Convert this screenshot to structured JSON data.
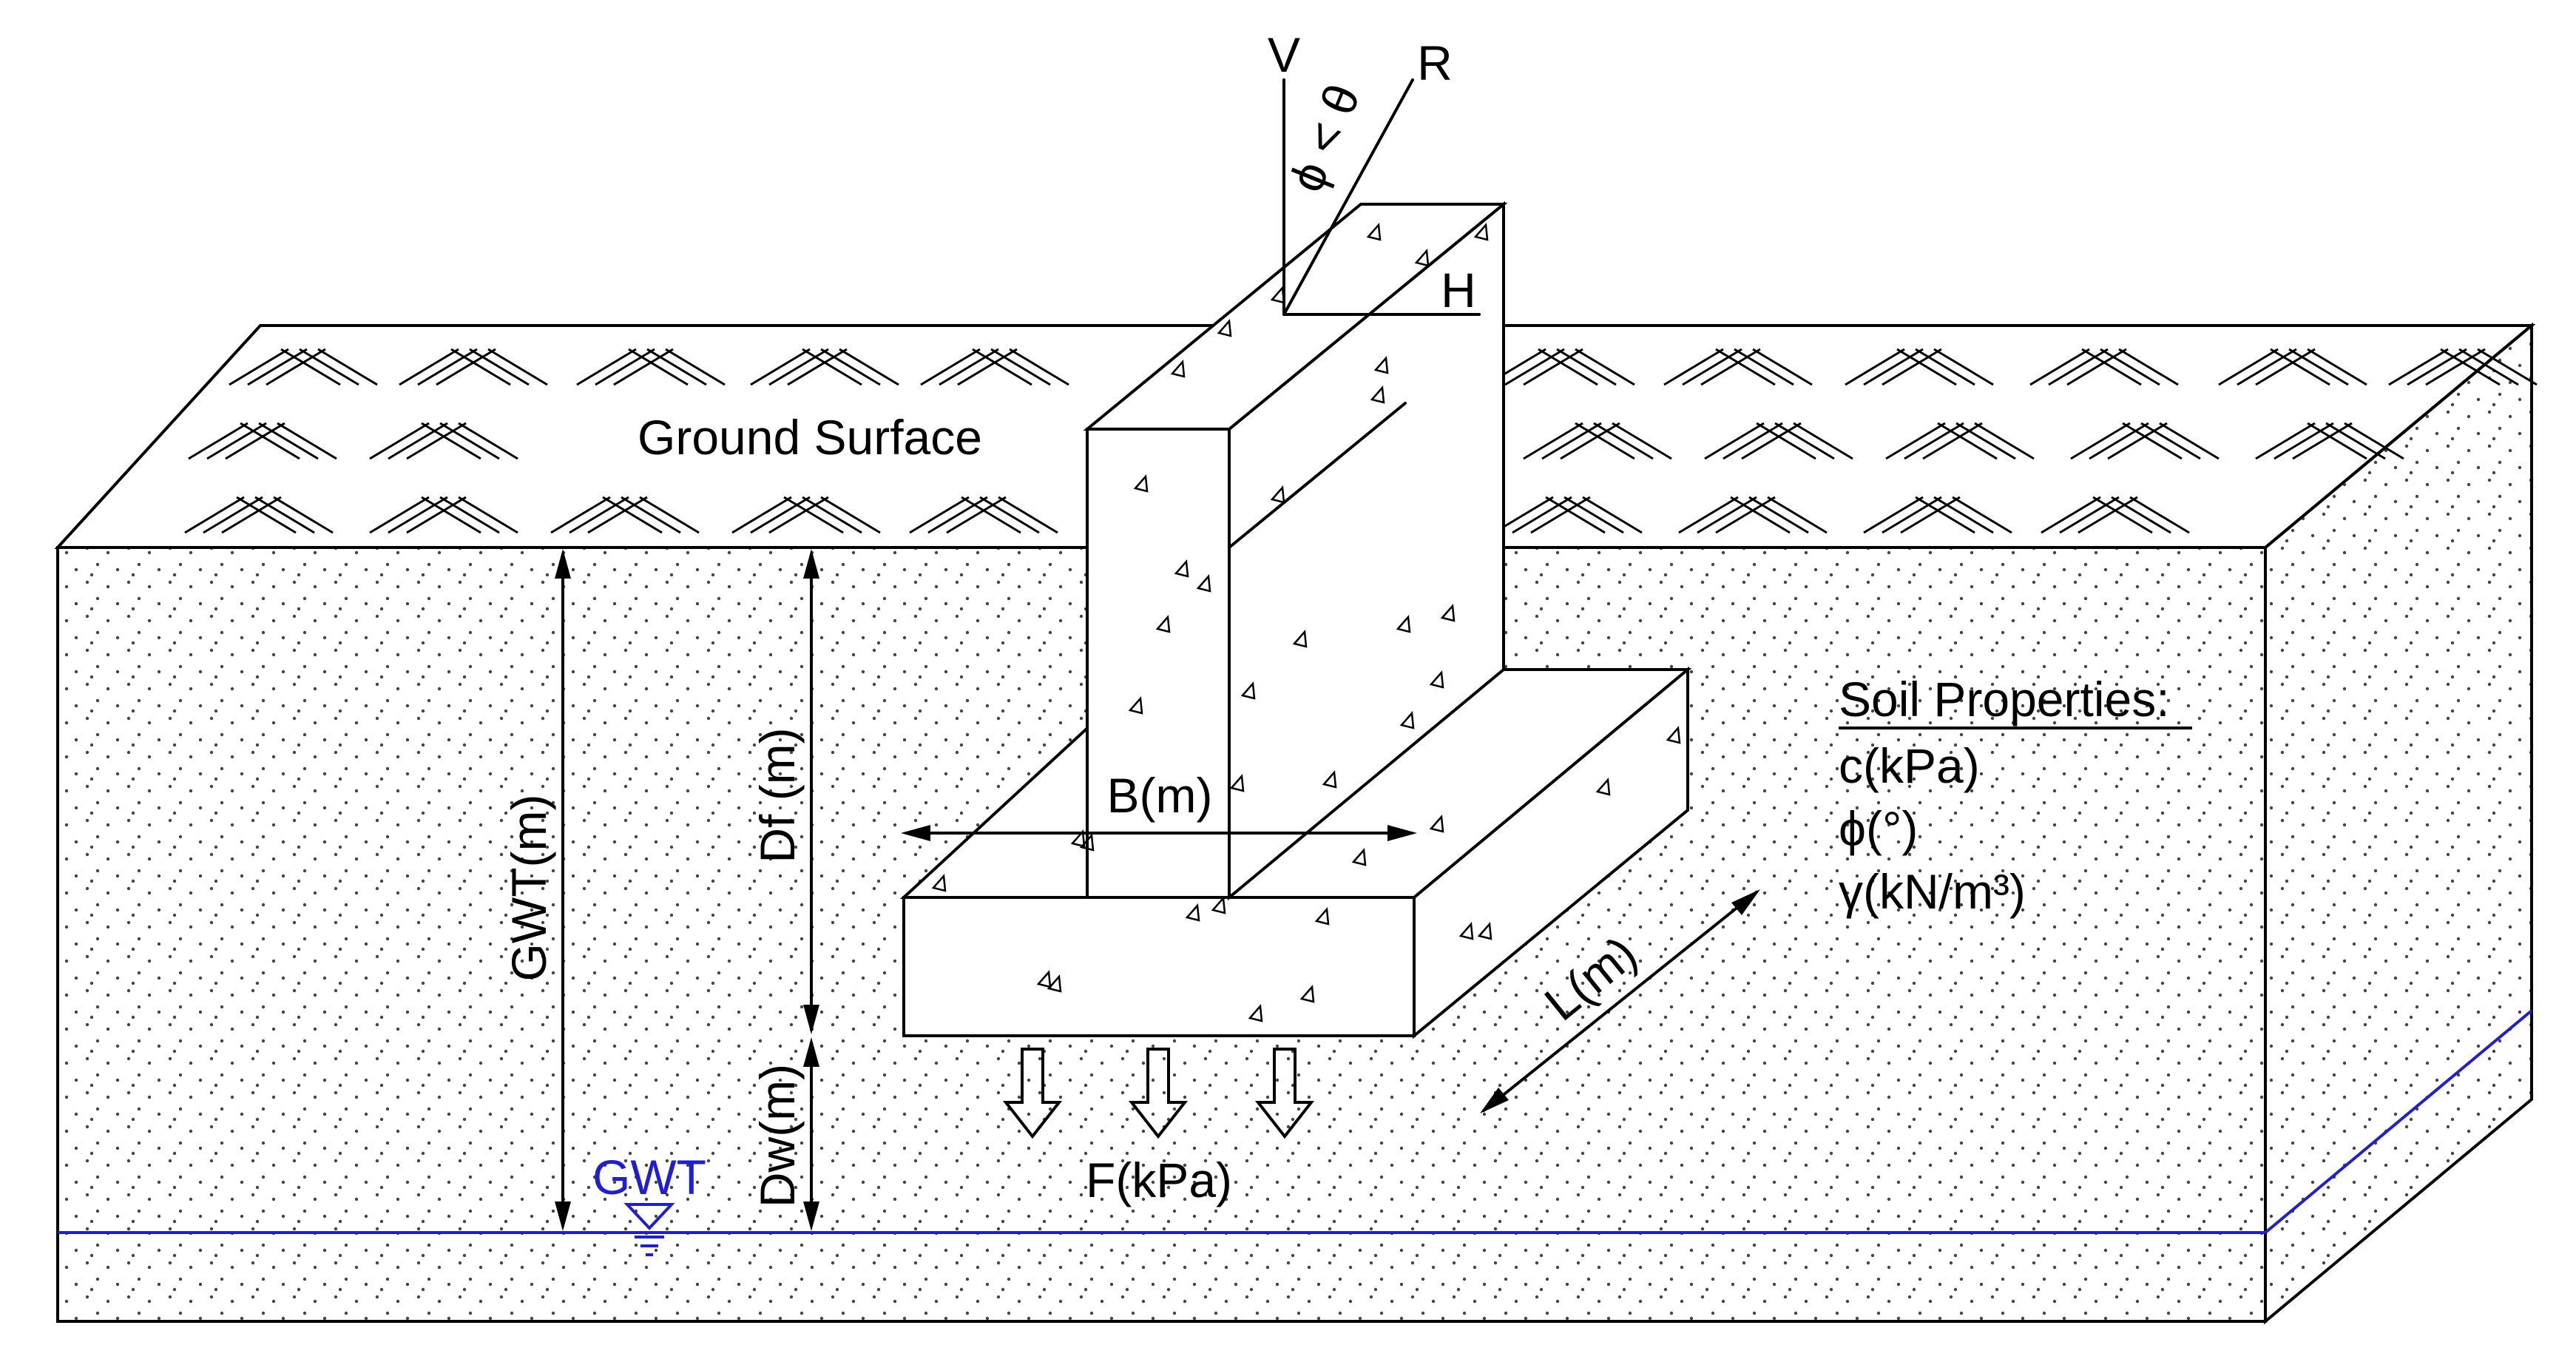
{
  "diagram": {
    "ground_surface_label": "Ground Surface",
    "load_labels": {
      "vertical": "V",
      "resultant": "R",
      "horizontal": "H",
      "angle": "ϕ < θ"
    },
    "dimension_labels": {
      "width": "B(m)",
      "length": "L(m)",
      "depth": "Df (m)",
      "water_depth": "Dw(m)",
      "gwt_depth": "GWT(m)"
    },
    "pressure_label": "F(kPa)",
    "gwt_marker_label": "GWT",
    "soil_properties": {
      "heading": "Soil Properties:",
      "items": [
        "c(kPa)",
        "ϕ(°)",
        "γ(kN/m³)"
      ]
    },
    "colors": {
      "line": "#000000",
      "water_table": "#1f1fd0",
      "background": "#ffffff"
    }
  }
}
